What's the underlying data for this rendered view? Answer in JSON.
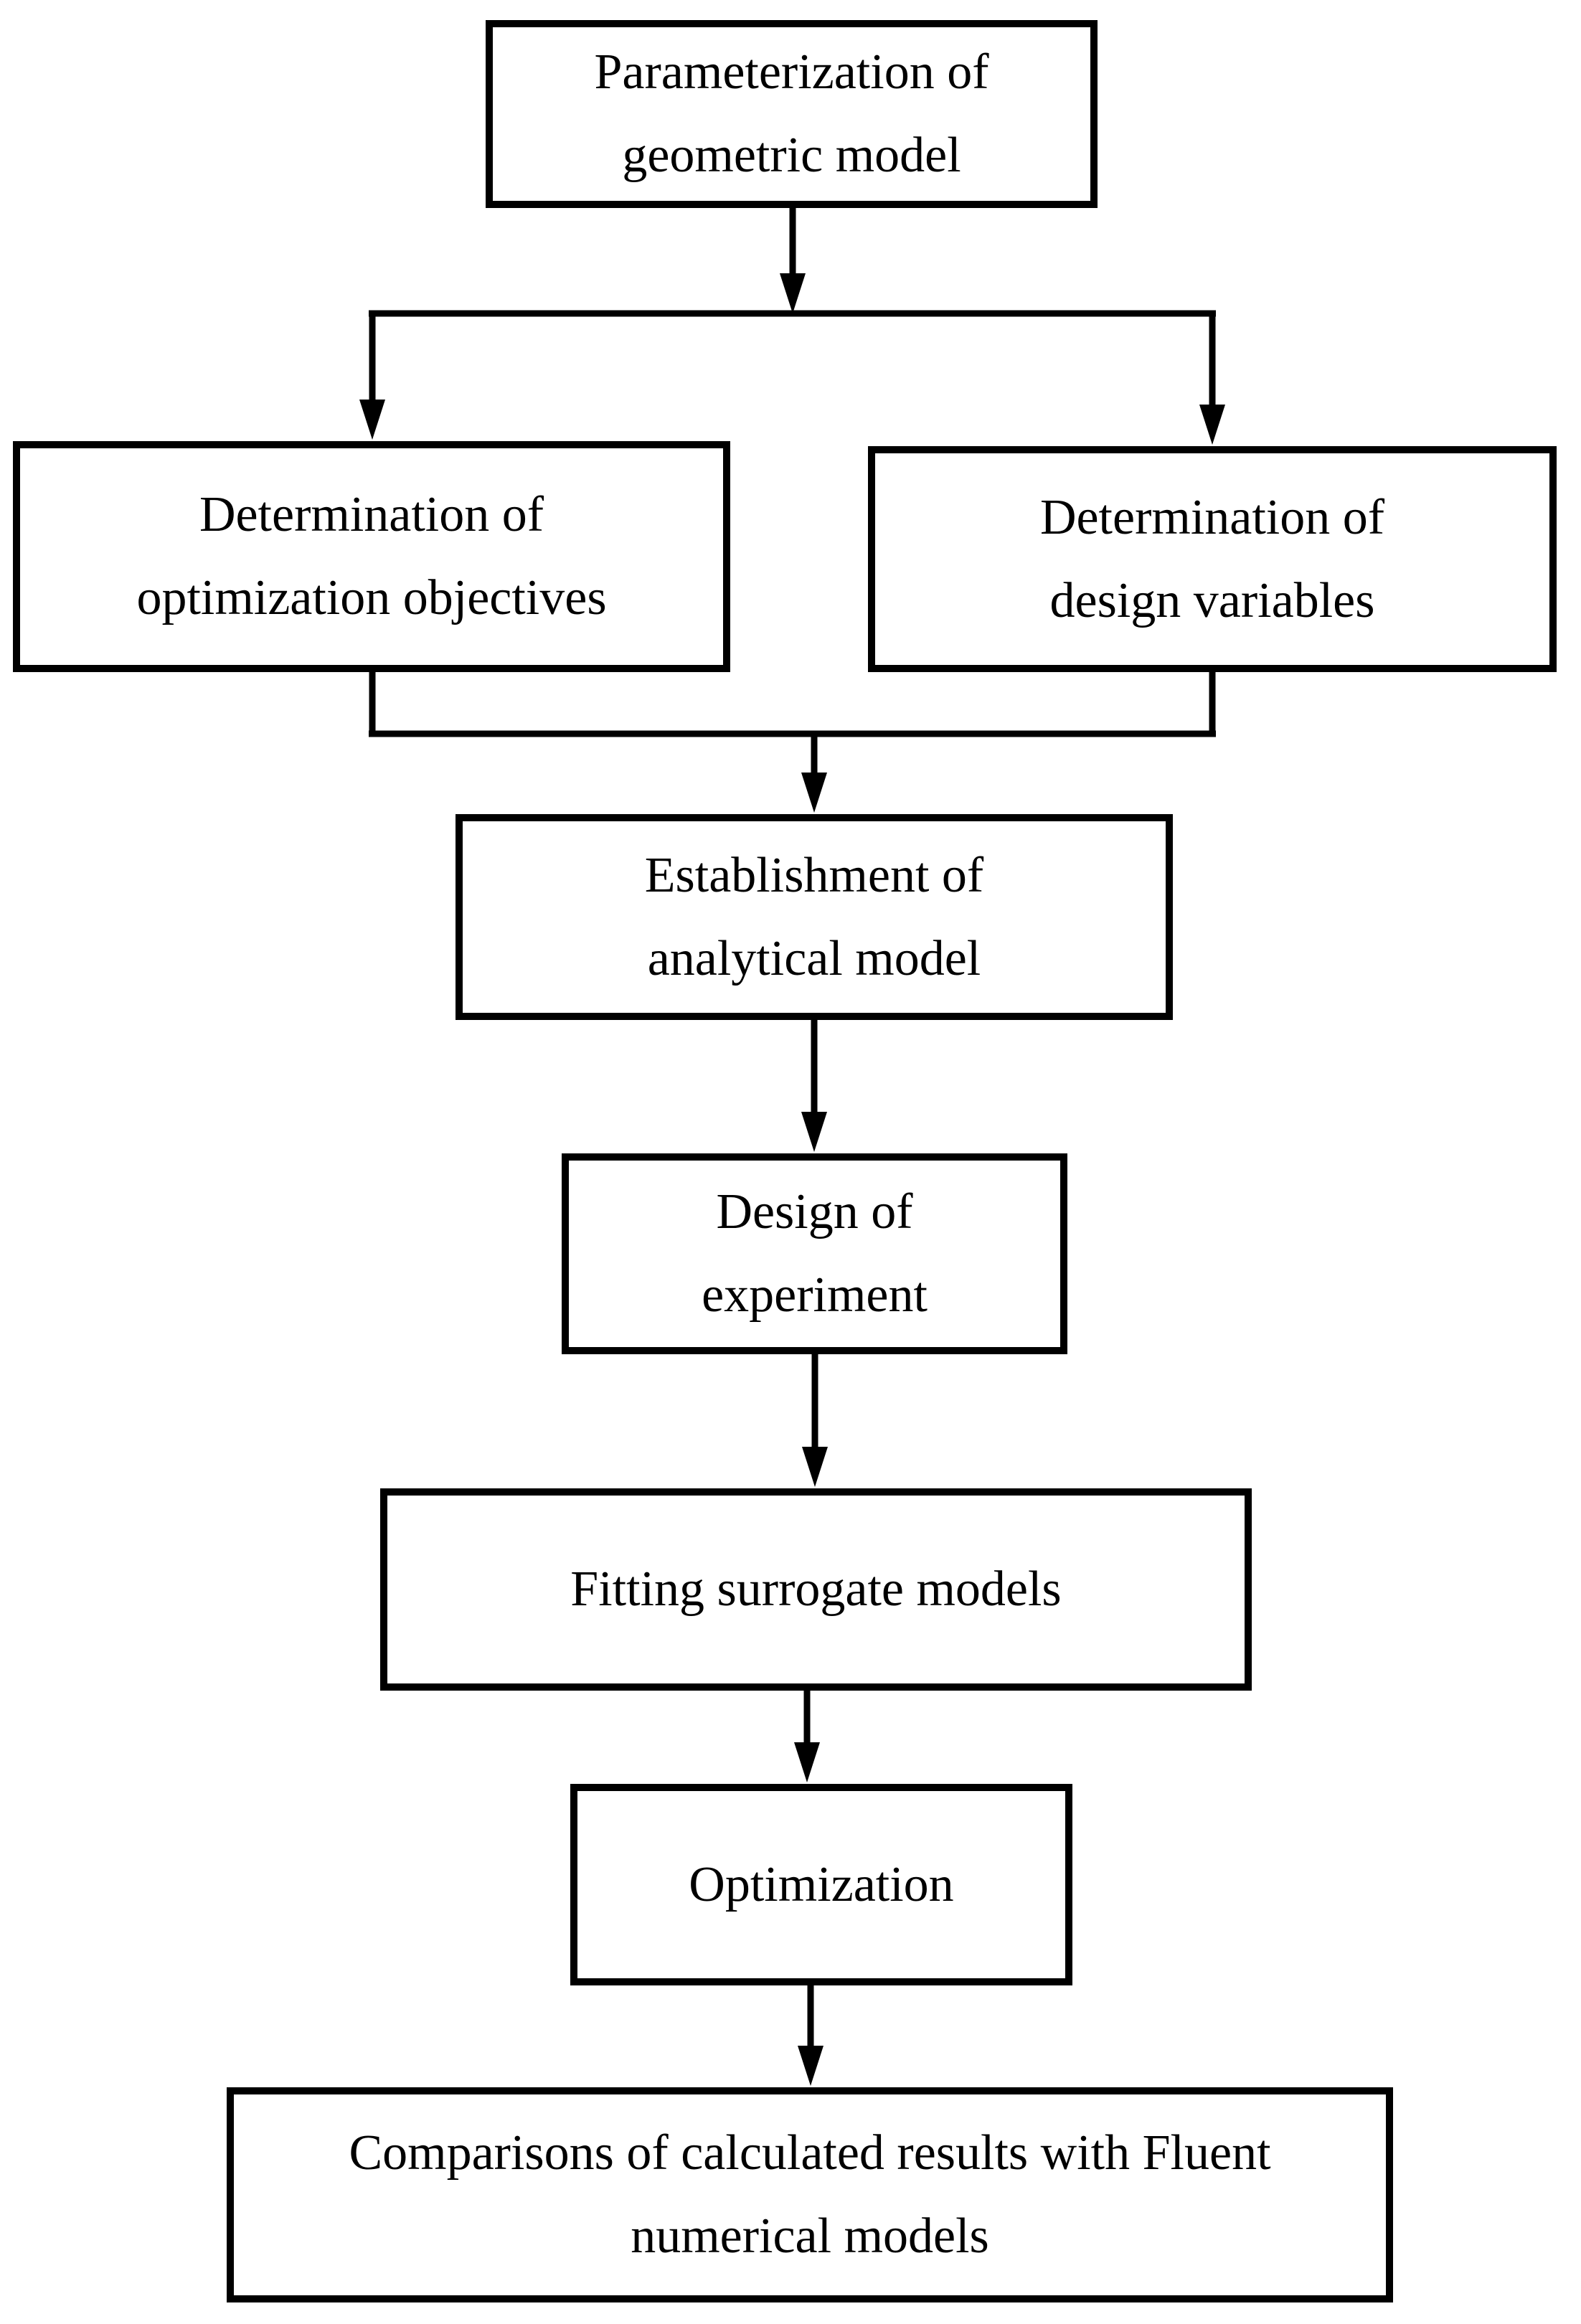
{
  "figure": {
    "type": "flowchart",
    "background_color": "#ffffff",
    "line_color": "#000000",
    "box_fill_color": "#ffffff",
    "text_color": "#000000"
  },
  "nodes": [
    {
      "id": "parameterization",
      "label": "Parameterization of\ngeometric model"
    },
    {
      "id": "optimization-objectives",
      "label": "Determination of\noptimization objectives"
    },
    {
      "id": "design-variables",
      "label": "Determination of\ndesign variables"
    },
    {
      "id": "analytical-model",
      "label": "Establishment of\nanalytical model"
    },
    {
      "id": "design-of-experiment",
      "label": "Design of\nexperiment"
    },
    {
      "id": "fitting-surrogate",
      "label": "Fitting surrogate models"
    },
    {
      "id": "optimization",
      "label": "Optimization"
    },
    {
      "id": "comparisons",
      "label": "Comparisons of calculated results with Fluent\nnumerical models"
    }
  ],
  "edges": [
    {
      "from": "parameterization",
      "to": "optimization-objectives"
    },
    {
      "from": "parameterization",
      "to": "design-variables"
    },
    {
      "from": "optimization-objectives",
      "to": "analytical-model"
    },
    {
      "from": "design-variables",
      "to": "analytical-model"
    },
    {
      "from": "analytical-model",
      "to": "design-of-experiment"
    },
    {
      "from": "design-of-experiment",
      "to": "fitting-surrogate"
    },
    {
      "from": "fitting-surrogate",
      "to": "optimization"
    },
    {
      "from": "optimization",
      "to": "comparisons"
    }
  ]
}
